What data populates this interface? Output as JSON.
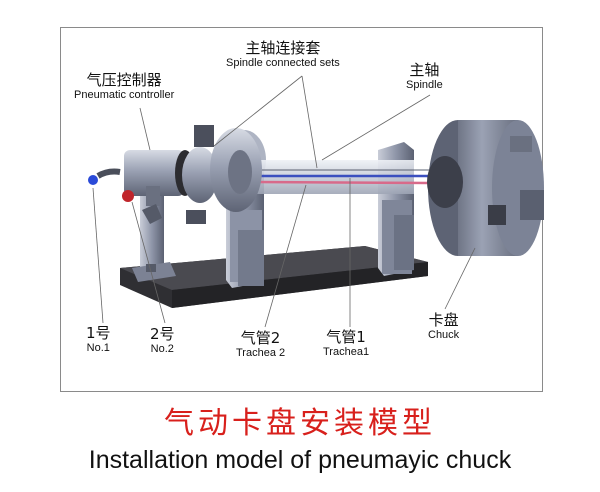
{
  "labels": {
    "spindle_connected_sets": {
      "zh": "主轴连接套",
      "en": "Spindle connected sets"
    },
    "spindle": {
      "zh": "主轴",
      "en": "Spindle"
    },
    "pneumatic_controller": {
      "zh": "气压控制器",
      "en": "Pneumatic controller"
    },
    "no1": {
      "zh": "1号",
      "en": "No.1"
    },
    "no2": {
      "zh": "2号",
      "en": "No.2"
    },
    "trachea2": {
      "zh": "气管2",
      "en": "Trachea 2"
    },
    "trachea1": {
      "zh": "气管1",
      "en": "Trachea1"
    },
    "chuck": {
      "zh": "卡盘",
      "en": "Chuck"
    }
  },
  "title": {
    "zh": "气动卡盘安装模型",
    "en": "Installation model of pneumayic chuck"
  },
  "colors": {
    "title_zh": "#d8201c",
    "metal": "#8c93a6",
    "base": "#3c3c3c"
  }
}
